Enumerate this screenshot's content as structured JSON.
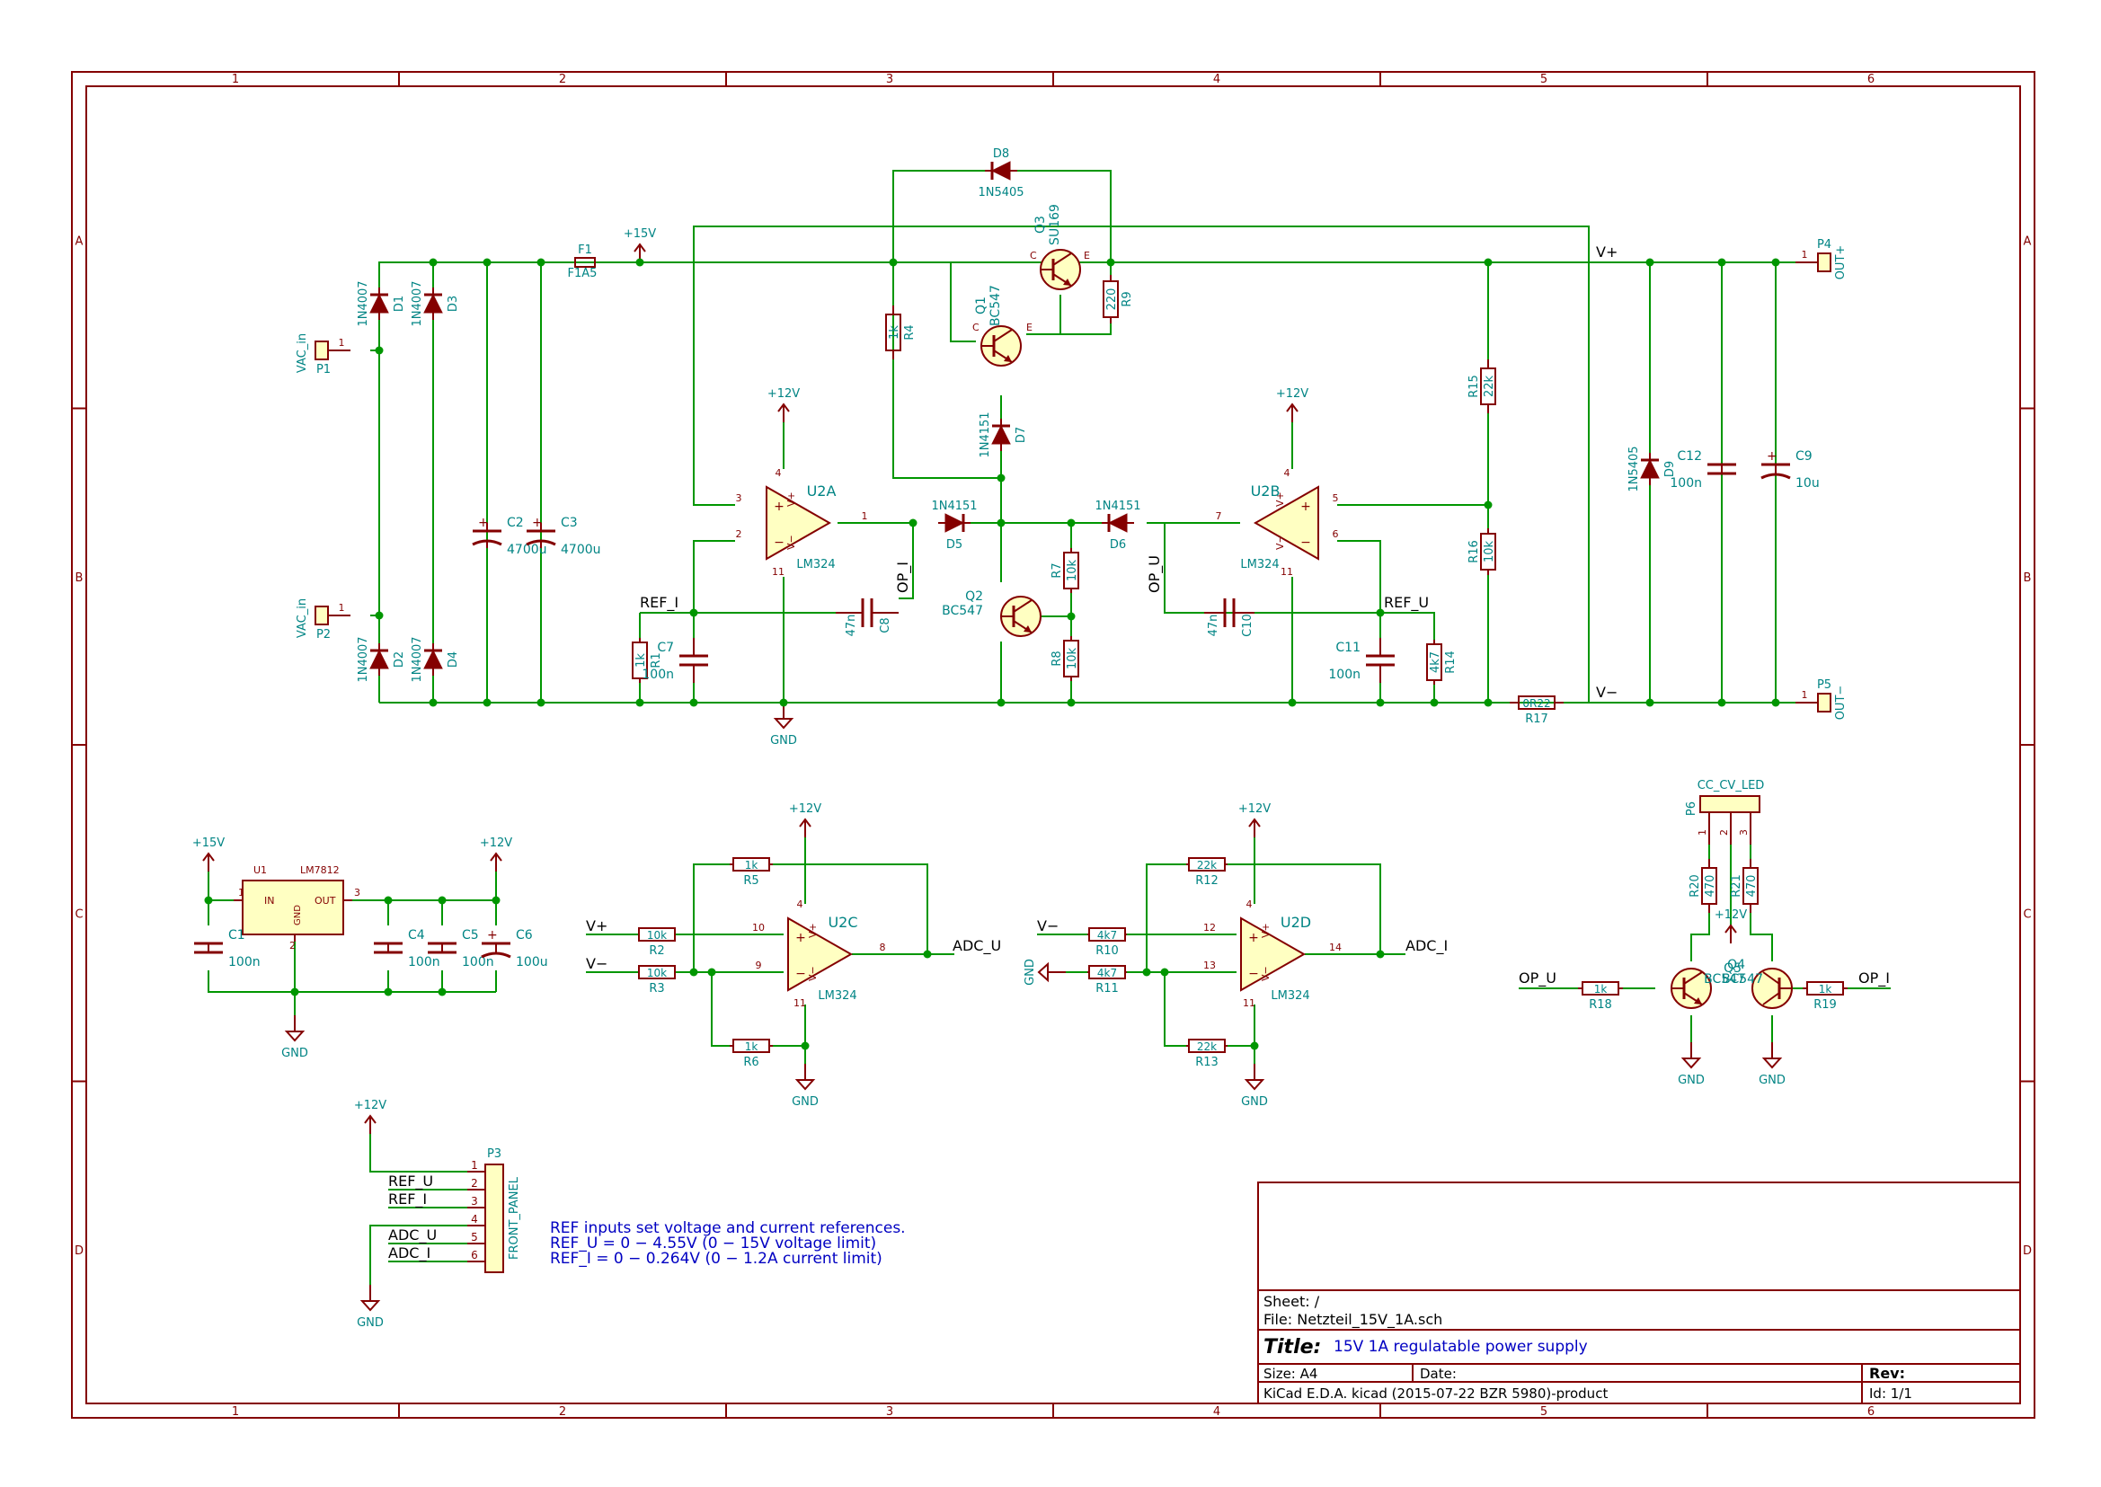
{
  "colors": {
    "frame": "#840000",
    "wire": "#009600",
    "part": "#840000",
    "ref": "#008484",
    "value": "#008484",
    "pin": "#840000",
    "net": "#000000",
    "dot": "#009600",
    "note": "#0000c2",
    "fill": "#ffffc2"
  },
  "grid": {
    "cols": [
      "1",
      "2",
      "3",
      "4",
      "5",
      "6"
    ],
    "rows": [
      "A",
      "B",
      "C",
      "D"
    ]
  },
  "power": {
    "p15": "+15V",
    "p12": "+12V",
    "gnd": "GND"
  },
  "nets": {
    "vplus": "V+",
    "vminus": "V−",
    "ref_i": "REF_I",
    "ref_u": "REF_U",
    "op_i": "OP_I",
    "op_u": "OP_U",
    "adc_u": "ADC_U",
    "adc_i": "ADC_I"
  },
  "parts": {
    "P1": {
      "ref": "P1",
      "value": "VAC_in",
      "pin": "1"
    },
    "P2": {
      "ref": "P2",
      "value": "VAC_in",
      "pin": "1"
    },
    "P4": {
      "ref": "P4",
      "value": "OUT+",
      "pin": "1"
    },
    "P5": {
      "ref": "P5",
      "value": "OUT−",
      "pin": "1"
    },
    "D1": {
      "ref": "D1",
      "value": "1N4007"
    },
    "D2": {
      "ref": "D2",
      "value": "1N4007"
    },
    "D3": {
      "ref": "D3",
      "value": "1N4007"
    },
    "D4": {
      "ref": "D4",
      "value": "1N4007"
    },
    "C2": {
      "ref": "C2",
      "value": "4700u"
    },
    "C3": {
      "ref": "C3",
      "value": "4700u"
    },
    "F1": {
      "ref": "F1",
      "value": "F1A5"
    },
    "D8": {
      "ref": "D8",
      "value": "1N5405"
    },
    "Q3": {
      "ref": "Q3",
      "value": "SU169"
    },
    "Q1": {
      "ref": "Q1",
      "value": "BC547"
    },
    "R4": {
      "ref": "R4",
      "value": "1k"
    },
    "R9": {
      "ref": "R9",
      "value": "220"
    },
    "D7": {
      "ref": "D7",
      "value": "1N4151"
    },
    "U2A": {
      "ref": "U2A",
      "value": "LM324"
    },
    "U2B": {
      "ref": "U2B",
      "value": "LM324"
    },
    "U2C": {
      "ref": "U2C",
      "value": "LM324"
    },
    "U2D": {
      "ref": "U2D",
      "value": "LM324"
    },
    "D5": {
      "ref": "D5",
      "value": "1N4151"
    },
    "D6": {
      "ref": "D6",
      "value": "1N4151"
    },
    "R7": {
      "ref": "R7",
      "value": "10k"
    },
    "R8": {
      "ref": "R8",
      "value": "10k"
    },
    "Q2": {
      "ref": "Q2",
      "value": "BC547"
    },
    "C8": {
      "ref": "C8",
      "value": "47n"
    },
    "C10": {
      "ref": "C10",
      "value": "47n"
    },
    "R1": {
      "ref": "R1",
      "value": "1k"
    },
    "C7": {
      "ref": "C7",
      "value": "100n"
    },
    "C11": {
      "ref": "C11",
      "value": "100n"
    },
    "R14": {
      "ref": "R14",
      "value": "4k7"
    },
    "R15": {
      "ref": "R15",
      "value": "22k"
    },
    "R16": {
      "ref": "R16",
      "value": "10k"
    },
    "R17": {
      "ref": "R17",
      "value": "0R22"
    },
    "D9": {
      "ref": "D9",
      "value": "1N5405"
    },
    "C12": {
      "ref": "C12",
      "value": "100n"
    },
    "C9": {
      "ref": "C9",
      "value": "10u"
    },
    "U1": {
      "ref": "U1",
      "value": "LM7812",
      "in": "IN",
      "out": "OUT",
      "gnd": "GND"
    },
    "C1": {
      "ref": "C1",
      "value": "100n"
    },
    "C4": {
      "ref": "C4",
      "value": "100n"
    },
    "C5": {
      "ref": "C5",
      "value": "100n"
    },
    "C6": {
      "ref": "C6",
      "value": "100u"
    },
    "R2": {
      "ref": "R2",
      "value": "10k"
    },
    "R3": {
      "ref": "R3",
      "value": "10k"
    },
    "R5": {
      "ref": "R5",
      "value": "1k"
    },
    "R6": {
      "ref": "R6",
      "value": "1k"
    },
    "R10": {
      "ref": "R10",
      "value": "4k7"
    },
    "R11": {
      "ref": "R11",
      "value": "4k7"
    },
    "R12": {
      "ref": "R12",
      "value": "22k"
    },
    "R13": {
      "ref": "R13",
      "value": "22k"
    },
    "P6": {
      "ref": "P6",
      "value": "CC_CV_LED"
    },
    "R20": {
      "ref": "R20",
      "value": "470"
    },
    "R21": {
      "ref": "R21",
      "value": "470"
    },
    "R18": {
      "ref": "R18",
      "value": "1k"
    },
    "R19": {
      "ref": "R19",
      "value": "1k"
    },
    "Q4": {
      "ref": "Q4",
      "value": "BC547"
    },
    "Q5": {
      "ref": "Q5",
      "value": "BC547"
    },
    "P3": {
      "ref": "P3",
      "value": "FRONT_PANEL"
    }
  },
  "p3_nets": [
    "REF_U",
    "REF_I",
    "ADC_U",
    "ADC_I"
  ],
  "note": [
    "REF inputs set voltage and current references.",
    "REF_U = 0 − 4.55V (0 − 15V voltage limit)",
    "REF_I = 0 − 0.264V (0 − 1.2A current limit)"
  ],
  "title_block": {
    "sheet": "Sheet: /",
    "file": "File: Netzteil_15V_1A.sch",
    "title_label": "Title:",
    "title": "15V 1A regulatable power supply",
    "size": "Size: A4",
    "date": "Date:",
    "rev": "Rev:",
    "tool": "KiCad E.D.A.  kicad (2015-07-22 BZR 5980)-product",
    "id": "Id: 1/1"
  }
}
